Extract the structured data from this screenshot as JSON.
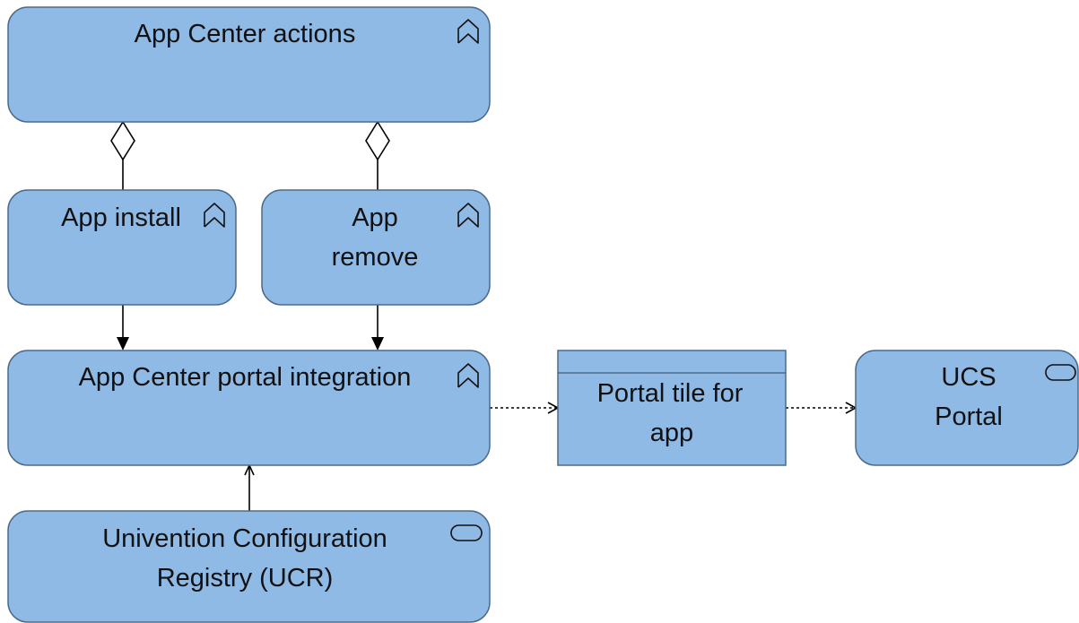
{
  "nodes": {
    "app_center_actions": {
      "label": "App Center actions",
      "icon": "function-icon"
    },
    "app_install": {
      "label": "App install",
      "icon": "function-icon"
    },
    "app_remove": {
      "label_line1": "App",
      "label_line2": "remove",
      "icon": "function-icon"
    },
    "portal_integration": {
      "label": "App Center portal integration",
      "icon": "function-icon"
    },
    "ucr": {
      "label_line1": "Univention Configuration",
      "label_line2": "Registry (UCR)",
      "icon": "service-icon"
    },
    "portal_tile": {
      "label_line1": "Portal tile for",
      "label_line2": "app",
      "icon": "data-object"
    },
    "ucs_portal": {
      "label_line1": "UCS",
      "label_line2": "Portal",
      "icon": "service-icon"
    }
  },
  "edges": [
    {
      "from": "app_center_actions",
      "to": "app_install",
      "type": "aggregation"
    },
    {
      "from": "app_center_actions",
      "to": "app_remove",
      "type": "aggregation"
    },
    {
      "from": "app_install",
      "to": "portal_integration",
      "type": "triggering"
    },
    {
      "from": "app_remove",
      "to": "portal_integration",
      "type": "triggering"
    },
    {
      "from": "ucr",
      "to": "portal_integration",
      "type": "serving"
    },
    {
      "from": "portal_integration",
      "to": "portal_tile",
      "type": "access"
    },
    {
      "from": "portal_tile",
      "to": "ucs_portal",
      "type": "access"
    }
  ],
  "colors": {
    "box_fill": "#8fbae6",
    "box_stroke": "#4a6a8a",
    "text": "#111111",
    "edge": "#000000"
  }
}
